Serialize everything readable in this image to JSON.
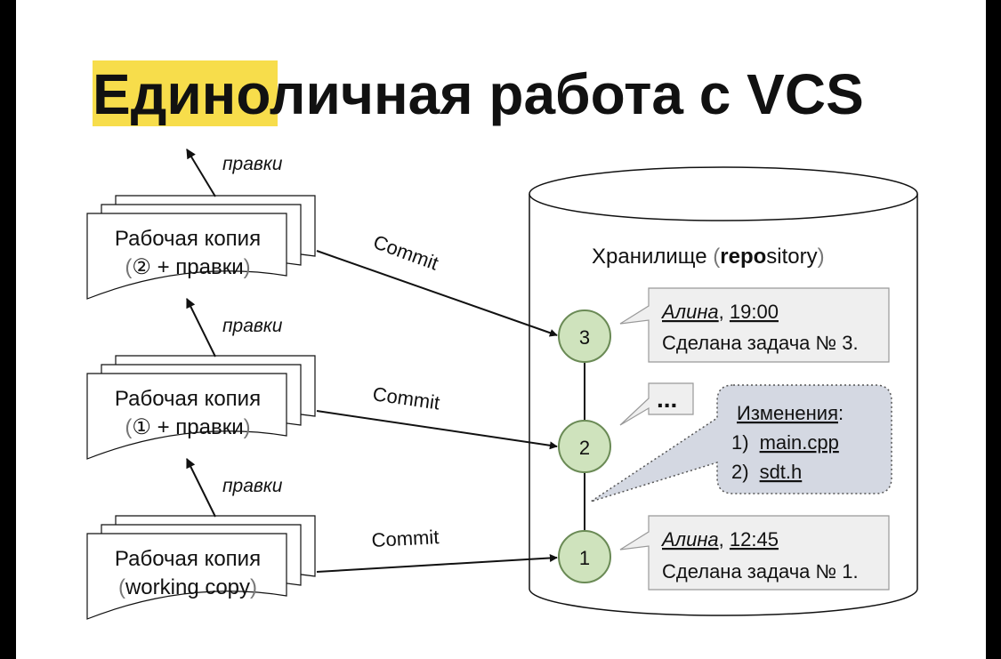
{
  "title": {
    "highlighted": "Едино",
    "rest": "личная работа с VCS"
  },
  "copies": [
    {
      "line1": "Рабочая копия",
      "open": "(",
      "inner": "② + правки",
      "close": ")"
    },
    {
      "line1": "Рабочая копия",
      "open": "(",
      "inner": "① + правки",
      "close": ")"
    },
    {
      "line1": "Рабочая копия",
      "open": "(",
      "inner": "working copy",
      "close": ")"
    }
  ],
  "edit_label": "правки",
  "commit_label": "Commit",
  "repository": {
    "label_prefix": "Хранилище ",
    "open": "(",
    "bold": "repo",
    "rest": "sitory",
    "close": ")"
  },
  "commits": [
    {
      "id": "3"
    },
    {
      "id": "2"
    },
    {
      "id": "1"
    }
  ],
  "notes": [
    {
      "author": "Алина",
      "separator": ", ",
      "time": "19:00",
      "message": "Сделана задача № 3."
    },
    {
      "ellipsis": "..."
    },
    {
      "author": "Алина",
      "separator": ", ",
      "time": "12:45",
      "message": "Сделана задача № 1."
    }
  ],
  "changes": {
    "header": "Изменения",
    "colon": ":",
    "items": [
      {
        "num": "1)",
        "file": "main.cpp"
      },
      {
        "num": "2)",
        "file": "sdt.h"
      }
    ]
  },
  "colors": {
    "title_highlight": "#f7dd4b",
    "commit_node_fill": "#cfe3bd",
    "commit_node_stroke": "#6a8a55",
    "note_fill": "#efefef",
    "changes_fill": "#d4d8e2"
  }
}
